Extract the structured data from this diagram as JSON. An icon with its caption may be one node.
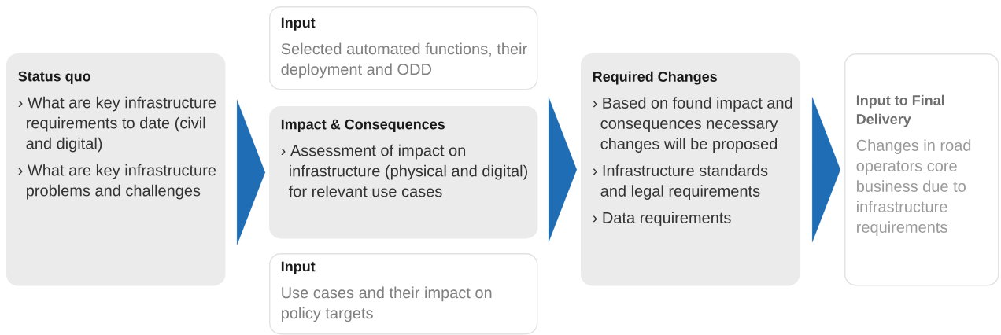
{
  "diagram": {
    "nodes": [
      {
        "text": [
          "Status quo",
          "› What are key infrastructure requirements to date (civil and digital)",
          "› What are key infrastructure problems and challenges"
        ]
      },
      {
        "text": [
          "Input",
          "Selected automated functions, their deployment and ODD"
        ]
      },
      {
        "text": [
          "Impact & Consequences",
          "› Assessment of impact on infrastructure (physical and digital) for relevant use cases"
        ]
      },
      {
        "text": [
          "Input",
          "Use cases and their impact on policy targets"
        ]
      },
      {
        "text": [
          "Required Changes",
          "› Based on found impact and consequences necessary changes will be proposed",
          "› Infrastructure standards and legal requirements",
          "› Data requirements"
        ]
      },
      {
        "text": [
          "Input to Final Delivery",
          "Changes in road operators core business due to infrastructure requirements"
        ]
      }
    ],
    "edges": [
      {
        "from": 0,
        "to": 2,
        "arrow": "to"
      },
      {
        "from": 2,
        "to": 4,
        "arrow": "to"
      },
      {
        "from": 4,
        "to": 5,
        "arrow": "to"
      }
    ]
  }
}
